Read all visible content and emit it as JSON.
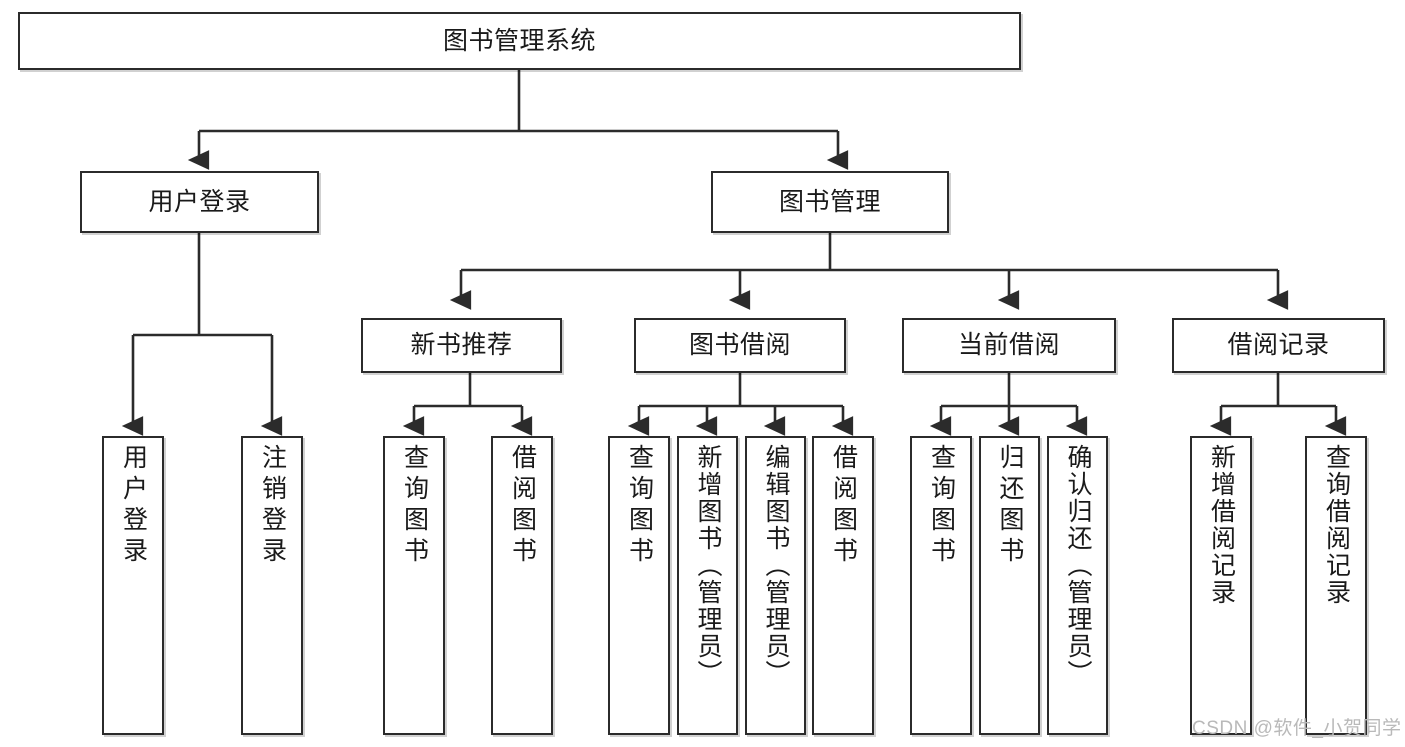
{
  "diagram": {
    "type": "tree-hierarchy",
    "title": "图书管理系统",
    "watermark": "CSDN @软件_小贺同学",
    "colors": {
      "box_border": "#2b2b2b",
      "box_fill": "#ffffff",
      "connector": "#2b2b2b",
      "watermark": "#b9b9b9"
    },
    "nodes": {
      "root": {
        "label": "图书管理系统",
        "orientation": "horizontal"
      },
      "level1": [
        {
          "label": "用户登录",
          "orientation": "horizontal"
        },
        {
          "label": "图书管理",
          "orientation": "horizontal"
        }
      ],
      "level2": [
        {
          "label": "新书推荐",
          "orientation": "horizontal"
        },
        {
          "label": "图书借阅",
          "orientation": "horizontal"
        },
        {
          "label": "当前借阅",
          "orientation": "horizontal"
        },
        {
          "label": "借阅记录",
          "orientation": "horizontal"
        }
      ],
      "leaves": {
        "user_login": [
          {
            "label": "用户登录",
            "orientation": "vertical"
          },
          {
            "label": "注销登录",
            "orientation": "vertical"
          }
        ],
        "new_book_recommend": [
          {
            "label": "查询图书",
            "orientation": "vertical"
          },
          {
            "label": "借阅图书",
            "orientation": "vertical"
          }
        ],
        "book_borrow": [
          {
            "label": "查询图书",
            "orientation": "vertical"
          },
          {
            "label": "新增图书（管理员）",
            "orientation": "vertical"
          },
          {
            "label": "编辑图书（管理员）",
            "orientation": "vertical"
          },
          {
            "label": "借阅图书",
            "orientation": "vertical"
          }
        ],
        "current_borrow": [
          {
            "label": "查询图书",
            "orientation": "vertical"
          },
          {
            "label": "归还图书",
            "orientation": "vertical"
          },
          {
            "label": "确认归还（管理员）",
            "orientation": "vertical"
          }
        ],
        "borrow_record": [
          {
            "label": "新增借阅记录",
            "orientation": "vertical"
          },
          {
            "label": "查询借阅记录",
            "orientation": "vertical"
          }
        ]
      }
    }
  }
}
